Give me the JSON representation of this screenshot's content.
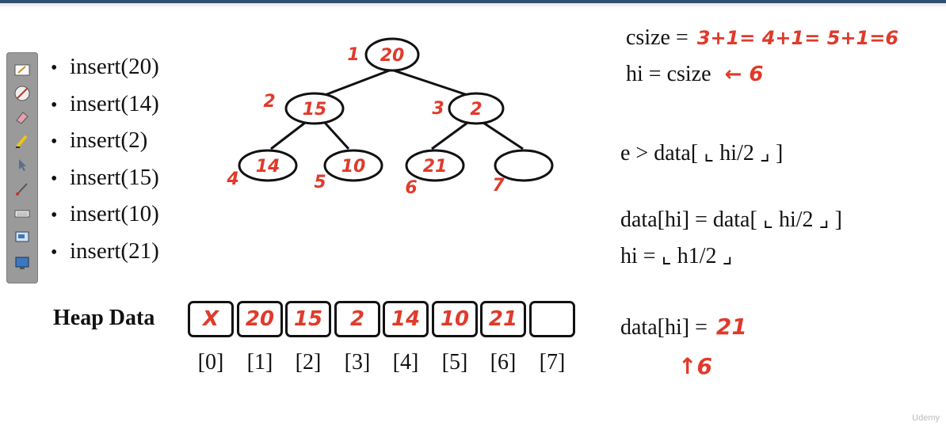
{
  "toolbar": {
    "tools": [
      {
        "icon": "whiteboard-icon"
      },
      {
        "icon": "pen-disabled-icon"
      },
      {
        "icon": "eraser-icon"
      },
      {
        "icon": "highlighter-icon"
      },
      {
        "icon": "pointer-icon"
      },
      {
        "icon": "brush-icon"
      },
      {
        "icon": "keyboard-icon"
      },
      {
        "icon": "screen-capture-icon"
      },
      {
        "icon": "display-icon"
      }
    ]
  },
  "inserts": [
    "insert(20)",
    "insert(14)",
    "insert(2)",
    "insert(15)",
    "insert(10)",
    "insert(21)"
  ],
  "tree": {
    "nodes": [
      {
        "index": "1",
        "value": "20"
      },
      {
        "index": "2",
        "value": "15"
      },
      {
        "index": "3",
        "value": "2"
      },
      {
        "index": "4",
        "value": "14"
      },
      {
        "index": "5",
        "value": "10"
      },
      {
        "index": "6",
        "value": "21"
      },
      {
        "index": "7",
        "value": ""
      }
    ]
  },
  "heap": {
    "label": "Heap Data",
    "cells": [
      "X",
      "20",
      "15",
      "2",
      "14",
      "10",
      "21",
      ""
    ],
    "indices": [
      "[0]",
      "[1]",
      "[2]",
      "[3]",
      "[4]",
      "[5]",
      "[6]",
      "[7]"
    ]
  },
  "notes": {
    "csize_label": "csize =",
    "csize_hand": "3+1= 4+1= 5+1=6",
    "hi_label": "hi = csize",
    "hi_hand": "← 6",
    "compare": "e > data[ ⌞ hi/2 ⌟ ]",
    "assign": "data[hi] = data[ ⌞ hi/2 ⌟ ]",
    "hi_update": "hi = ⌞ h1/2 ⌟",
    "final_label": "data[hi] =",
    "final_hand": "21",
    "arrow_hand": "↑6"
  },
  "colors": {
    "ink_red": "#e03a2b",
    "top_bar": "#2f4f73",
    "toolbar": "#9a9a9a"
  },
  "watermark": "Udemy"
}
